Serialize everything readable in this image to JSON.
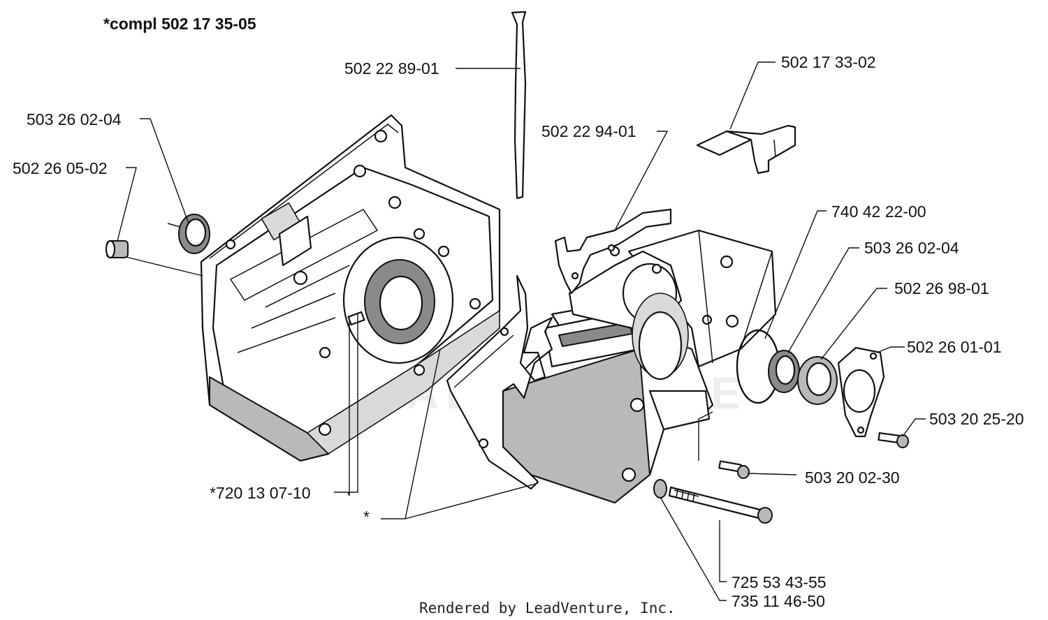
{
  "header": {
    "assembly_note": "*compl 502 17 35-05"
  },
  "callouts": {
    "c01": "502 22 89-01",
    "c02": "502 17 33-02",
    "c03": "503 26 02-04",
    "c04": "502 26 05-02",
    "c05": "502 22 94-01",
    "c06": "740 42 22-00",
    "c07": "503 26 02-04",
    "c08": "502 26 98-01",
    "c09": "502 26 01-01",
    "c10": "503 20 25-20",
    "c11": "503 20 02-30",
    "c12": "*720 13 07-10",
    "c13": "*",
    "c14": "725 53 43-55",
    "c15": "735 11 46-50"
  },
  "watermark": {
    "text": "LEADVENTURE"
  },
  "footer": {
    "credit": "Rendered by LeadVenture, Inc."
  }
}
